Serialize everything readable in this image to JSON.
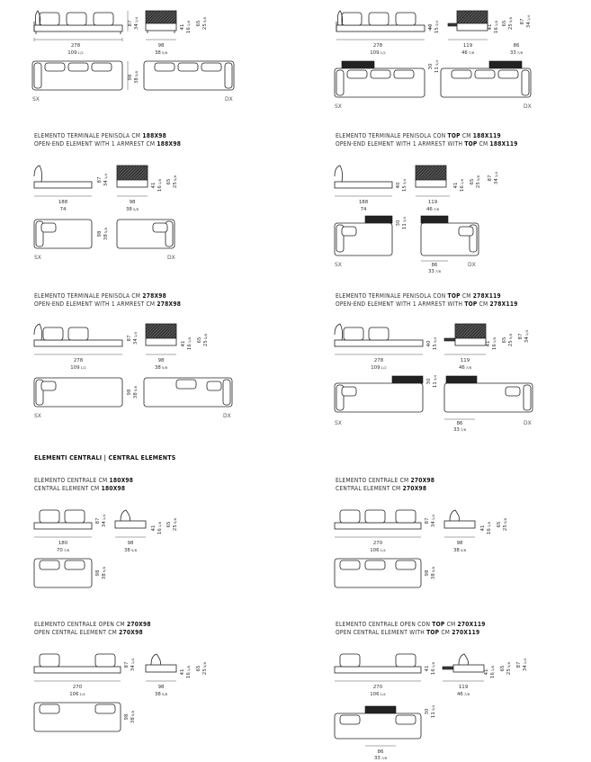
{
  "section": {
    "header_bold": "ELEMENTI CENTRALI | CENTRAL ELEMENTS"
  },
  "blocks": [
    {
      "id": "terminale-278",
      "title_it": "",
      "title_it_bold": "",
      "title_en": "",
      "title_en_bold": "",
      "front": {
        "w": "278",
        "w_in": "109",
        "w_in_frac": "1/2",
        "h1": "87",
        "h1_in": "34",
        "h1_in_frac": "1/4"
      },
      "side": {
        "d": "98",
        "d_in": "38",
        "d_in_frac": "5/8",
        "h2": "41",
        "h2_in": "16",
        "h2_in_frac": "1/8",
        "h3": "65",
        "h3_in": "25",
        "h3_in_frac": "5/8"
      },
      "plan": {
        "d": "98",
        "d_in": "38",
        "d_in_frac": "5/8",
        "left": "SX",
        "right": "DX"
      }
    },
    {
      "id": "terminale-top-278x119",
      "title_it": "",
      "title_it_bold": "",
      "title_en": "",
      "title_en_bold": "",
      "front": {
        "w": "278",
        "w_in": "109",
        "w_in_frac": "1/2",
        "h1": "40",
        "h1_in": "15",
        "h1_in_frac": "3/4"
      },
      "side": {
        "d": "119",
        "d_in": "46",
        "d_in_frac": "7/8",
        "h2": "41",
        "h2_in": "16",
        "h2_in_frac": "1/8",
        "h3": "65",
        "h3_in": "25",
        "h3_in_frac": "5/8",
        "h4": "87",
        "h4_in": "34",
        "h4_in_frac": "1/4"
      },
      "top": {
        "w": "86",
        "w_in": "33",
        "w_in_frac": "7/8"
      },
      "plan": {
        "d": "30",
        "d_in": "11",
        "d_in_frac": "3/4",
        "left": "SX",
        "right": "DX"
      }
    },
    {
      "id": "penisola-188",
      "title_it": "ELEMENTO TERMINALE PENISOLA CM ",
      "title_it_bold": "188X98",
      "title_en": "OPEN-END ELEMENT WITH 1 ARMREST CM ",
      "title_en_bold": "188X98",
      "front": {
        "w": "188",
        "w_in": "74",
        "h1": "87",
        "h1_in": "34",
        "h1_in_frac": "1/4"
      },
      "side": {
        "d": "98",
        "d_in": "38",
        "d_in_frac": "5/8",
        "h2": "41",
        "h2_in": "16",
        "h2_in_frac": "1/8",
        "h3": "65",
        "h3_in": "25",
        "h3_in_frac": "5/8"
      },
      "plan": {
        "d": "98",
        "d_in": "38",
        "d_in_frac": "5/8",
        "left": "SX",
        "right": "DX"
      }
    },
    {
      "id": "penisola-top-188x119",
      "title_it": "ELEMENTO TERMINALE PENISOLA CON ",
      "title_it_bold_a": "TOP",
      "title_it_mid": " CM ",
      "title_it_bold": "188X119",
      "title_en": "OPEN-END ELEMENT WITH 1 ARMREST WITH ",
      "title_en_bold_a": "TOP",
      "title_en_mid": " CM ",
      "title_en_bold": "188X119",
      "front": {
        "w": "188",
        "w_in": "74",
        "h1": "40",
        "h1_in": "15",
        "h1_in_frac": "3/4"
      },
      "side": {
        "d": "119",
        "d_in": "46",
        "d_in_frac": "7/8",
        "h2": "41",
        "h2_in": "16",
        "h2_in_frac": "1/8",
        "h3": "65",
        "h3_in": "25",
        "h3_in_frac": "5/8",
        "h4": "87",
        "h4_in": "34",
        "h4_in_frac": "1/4"
      },
      "top": {
        "w": "86",
        "w_in": "33",
        "w_in_frac": "7/8"
      },
      "plan": {
        "d": "30",
        "d_in": "11",
        "d_in_frac": "3/4",
        "left": "SX",
        "right": "DX"
      }
    },
    {
      "id": "penisola-278",
      "title_it": "ELEMENTO TERMINALE PENISOLA CM ",
      "title_it_bold": "278X98",
      "title_en": "OPEN-END ELEMENT WITH 1 ARMREST CM ",
      "title_en_bold": "278X98",
      "front": {
        "w": "278",
        "w_in": "109",
        "w_in_frac": "1/2",
        "h1": "87",
        "h1_in": "34",
        "h1_in_frac": "1/4"
      },
      "side": {
        "d": "98",
        "d_in": "38",
        "d_in_frac": "5/8",
        "h2": "41",
        "h2_in": "16",
        "h2_in_frac": "1/8",
        "h3": "65",
        "h3_in": "25",
        "h3_in_frac": "5/8"
      },
      "plan": {
        "d": "98",
        "d_in": "38",
        "d_in_frac": "5/8",
        "left": "SX",
        "right": "DX"
      }
    },
    {
      "id": "penisola-top-278x119",
      "title_it": "ELEMENTO TERMINALE PENISOLA CON ",
      "title_it_bold_a": "TOP",
      "title_it_mid": " CM ",
      "title_it_bold": "278X119",
      "title_en": "OPEN-END ELEMENT WITH 1 ARMREST WITH ",
      "title_en_bold_a": "TOP",
      "title_en_mid": " CM ",
      "title_en_bold": "278X119",
      "front": {
        "w": "278",
        "w_in": "109",
        "w_in_frac": "1/2",
        "h1": "40",
        "h1_in": "15",
        "h1_in_frac": "3/4"
      },
      "side": {
        "d": "119",
        "d_in": "46",
        "d_in_frac": "7/8",
        "h2": "41",
        "h2_in": "16",
        "h2_in_frac": "1/8",
        "h3": "65",
        "h3_in": "25",
        "h3_in_frac": "5/8",
        "h4": "87",
        "h4_in": "34",
        "h4_in_frac": "1/4"
      },
      "top": {
        "w": "86",
        "w_in": "33",
        "w_in_frac": "7/8"
      },
      "plan": {
        "d": "30",
        "d_in": "11",
        "d_in_frac": "3/4",
        "left": "SX",
        "right": "DX"
      }
    },
    {
      "id": "centrale-180",
      "title_it": "ELEMENTO CENTRALE CM ",
      "title_it_bold": "180X98",
      "title_en": "CENTRAL ELEMENT CM ",
      "title_en_bold": "180X98",
      "front": {
        "w": "180",
        "w_in": "70",
        "w_in_frac": "7/8",
        "h1": "87",
        "h1_in": "34",
        "h1_in_frac": "1/4"
      },
      "side": {
        "d": "98",
        "d_in": "38",
        "d_in_frac": "5/8",
        "h2": "41",
        "h2_in": "16",
        "h2_in_frac": "1/8",
        "h3": "65",
        "h3_in": "25",
        "h3_in_frac": "5/8"
      },
      "plan": {
        "d": "98",
        "d_in": "38",
        "d_in_frac": "5/8"
      }
    },
    {
      "id": "centrale-270",
      "title_it": "ELEMENTO CENTRALE CM ",
      "title_it_bold": "270X98",
      "title_en": "CENTRAL ELEMENT CM ",
      "title_en_bold": "270X98",
      "front": {
        "w": "270",
        "w_in": "106",
        "w_in_frac": "1/4",
        "h1": "87",
        "h1_in": "34",
        "h1_in_frac": "1/4"
      },
      "side": {
        "d": "98",
        "d_in": "38",
        "d_in_frac": "5/8",
        "h2": "41",
        "h2_in": "16",
        "h2_in_frac": "1/8",
        "h3": "65",
        "h3_in": "25",
        "h3_in_frac": "5/8"
      },
      "plan": {
        "d": "98",
        "d_in": "38",
        "d_in_frac": "5/8"
      }
    },
    {
      "id": "centrale-open-270",
      "title_it": "ELEMENTO CENTRALE OPEN CM ",
      "title_it_bold": "270X98",
      "title_en": "OPEN CENTRAL ELEMENT CM ",
      "title_en_bold": "270X98",
      "front": {
        "w": "270",
        "w_in": "106",
        "w_in_frac": "1/4",
        "h1": "87",
        "h1_in": "34",
        "h1_in_frac": "1/4"
      },
      "side": {
        "d": "98",
        "d_in": "38",
        "d_in_frac": "5/8",
        "h2": "41",
        "h2_in": "16",
        "h2_in_frac": "1/8",
        "h3": "65",
        "h3_in": "25",
        "h3_in_frac": "5/8"
      },
      "plan": {
        "d": "98",
        "d_in": "38",
        "d_in_frac": "5/8"
      }
    },
    {
      "id": "centrale-open-top-270x119",
      "title_it": "ELEMENTO CENTRALE OPEN CON ",
      "title_it_bold_a": "TOP",
      "title_it_mid": " CM ",
      "title_it_bold": "270X119",
      "title_en": "OPEN CENTRAL ELEMENT WITH ",
      "title_en_bold_a": "TOP",
      "title_en_mid": " CM ",
      "title_en_bold": "270X119",
      "front": {
        "w": "270",
        "w_in": "106",
        "w_in_frac": "1/4",
        "h1": "41",
        "h1_in": "16",
        "h1_in_frac": "1/8"
      },
      "side": {
        "d": "119",
        "d_in": "46",
        "d_in_frac": "7/8",
        "h2": "41",
        "h2_in": "16",
        "h2_in_frac": "1/8",
        "h3": "65",
        "h3_in": "25",
        "h3_in_frac": "5/8",
        "h4": "87",
        "h4_in": "34",
        "h4_in_frac": "1/4"
      },
      "top": {
        "w": "86",
        "w_in": "33",
        "w_in_frac": "7/8"
      },
      "plan": {
        "d": "30",
        "d_in": "11",
        "d_in_frac": "3/4"
      }
    }
  ]
}
